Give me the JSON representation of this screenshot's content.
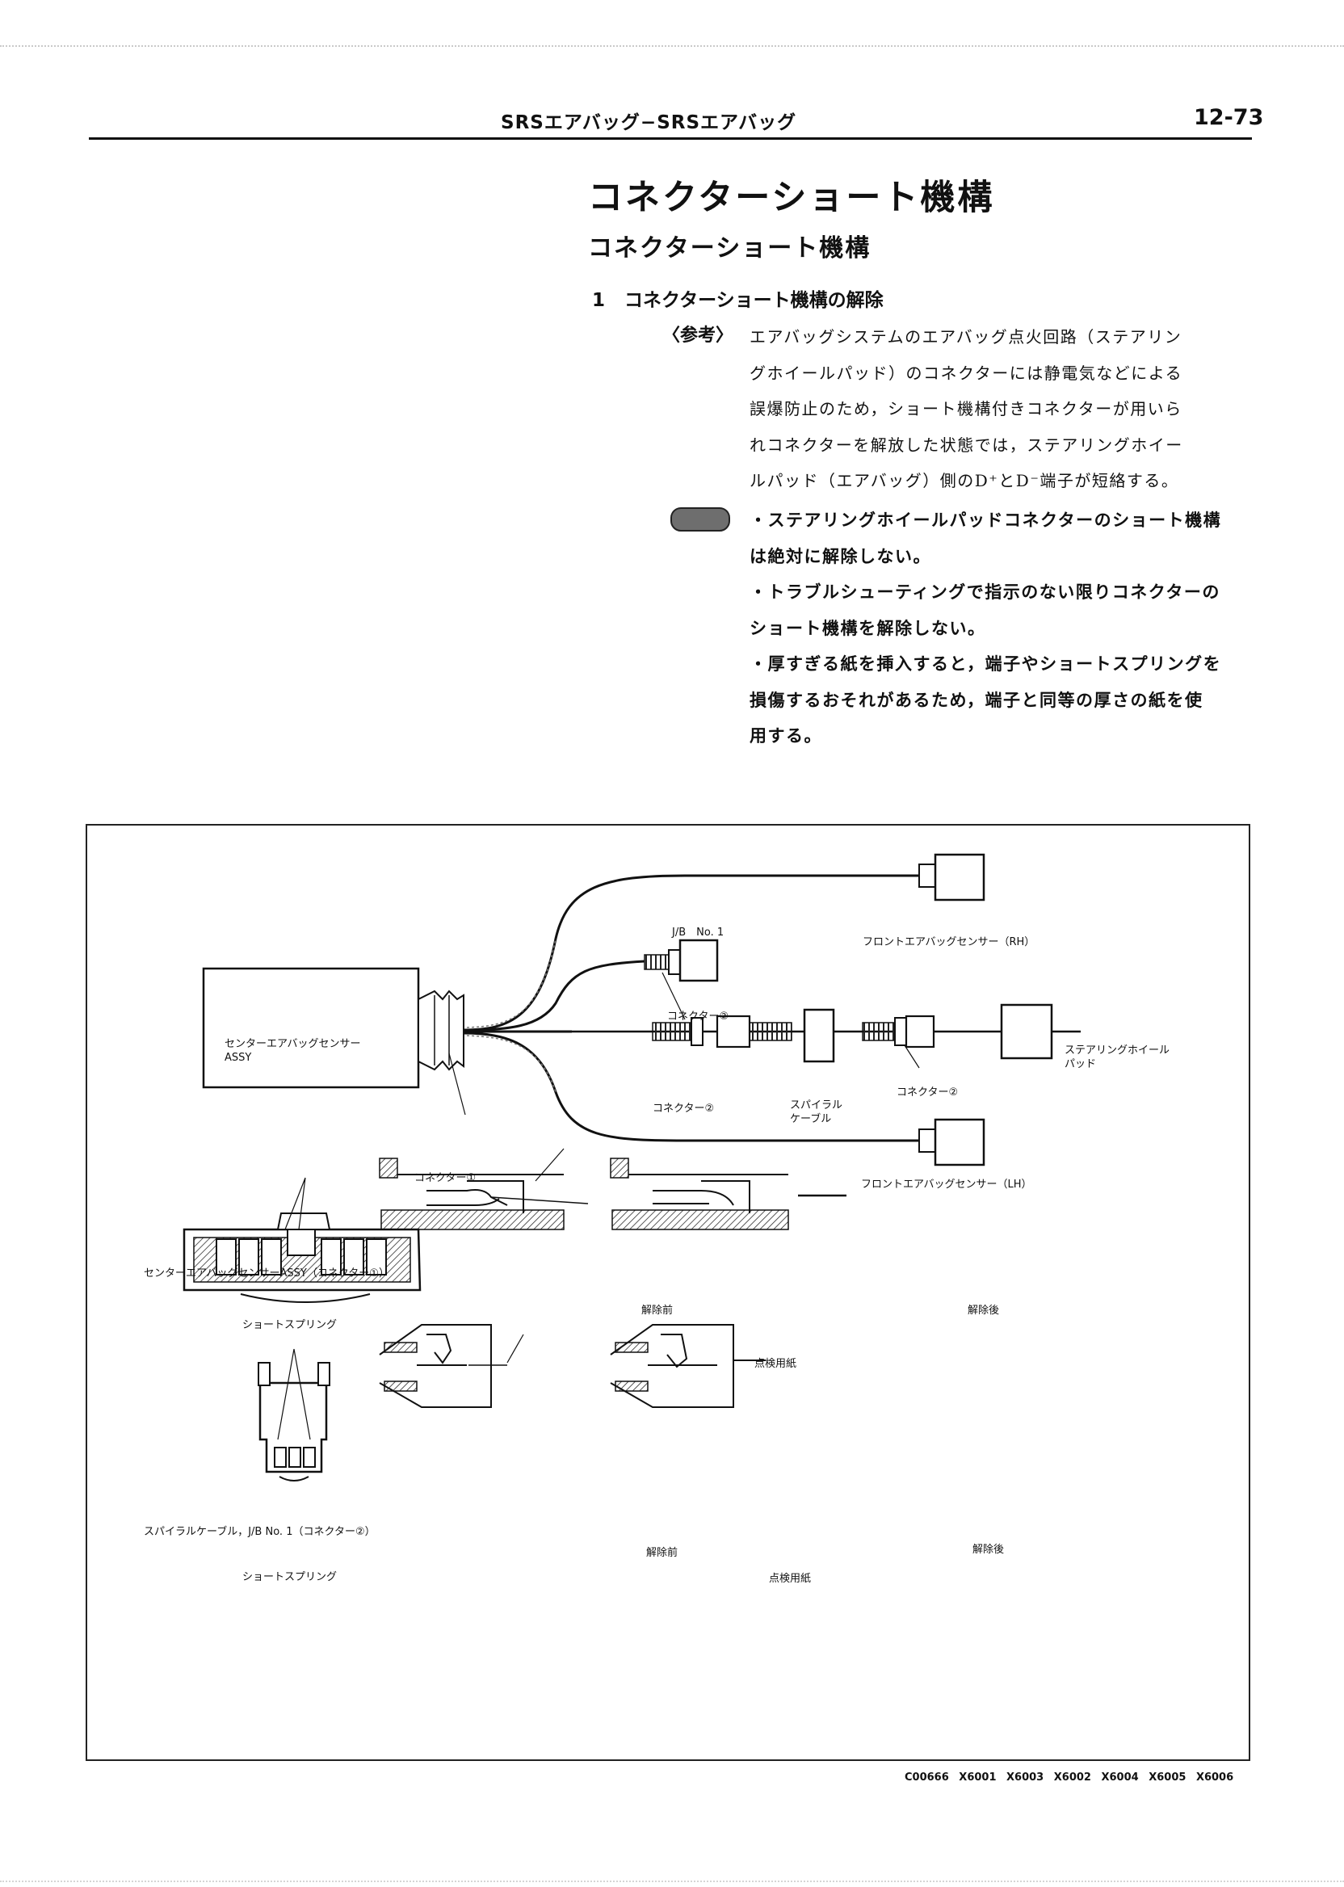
{
  "header": {
    "title": "SRSエアバッグ−SRSエアバッグ",
    "page": "12-73"
  },
  "heading_main": "コネクターショート機構",
  "heading_sub": "コネクターショート機構",
  "step": {
    "number": "1",
    "title": "コネクターショート機構の解除"
  },
  "note": {
    "tag": "〈参考〉",
    "lines": [
      "エアバッグシステムのエアバッグ点火回路（ステアリン",
      "グホイールパッド）のコネクターには静電気などによる",
      "誤爆防止のため，ショート機構付きコネクターが用いら",
      "れコネクターを解放した状態では，ステアリングホイー",
      "ルパッド（エアバッグ）側のD⁺とD⁻端子が短絡する。"
    ]
  },
  "caution": {
    "items": [
      [
        "・ステアリングホイールパッドコネクターのショート機構",
        "は絶対に解除しない。"
      ],
      [
        "・トラブルシューティングで指示のない限りコネクターの",
        "ショート機構を解除しない。"
      ],
      [
        "・厚すぎる紙を挿入すると，端子やショートスプリングを",
        "損傷するおそれがあるため，端子と同等の厚さの紙を使",
        "用する。"
      ]
    ]
  },
  "figure": {
    "center_sensor": [
      "センターエアバッグセンサー",
      "ASSY"
    ],
    "connector1": "コネクター①",
    "jb": "J/B　No. 1",
    "connector2_top": "コネクター②",
    "connector2_mid": "コネクター②",
    "connector2_right": "コネクター②",
    "spiral": [
      "スパイラル",
      "ケーブル"
    ],
    "steering_pad": [
      "ステアリングホイール",
      "パッド"
    ],
    "front_rh": "フロントエアバッグセンサー（RH）",
    "front_lh": "フロントエアバッグセンサー（LH）",
    "section1_title": "センターエアバッグセンサーASSY（コネクター①）",
    "section1_spring": "ショートスプリング",
    "section2_title": "スパイラルケーブル，J/B No. 1（コネクター②）",
    "section2_spring": "ショートスプリング",
    "before": "解除前",
    "after": "解除後",
    "paper": "点検用紙"
  },
  "footer_codes": "C00666  X6001  X6003  X6002  X6004  X6005  X6006"
}
